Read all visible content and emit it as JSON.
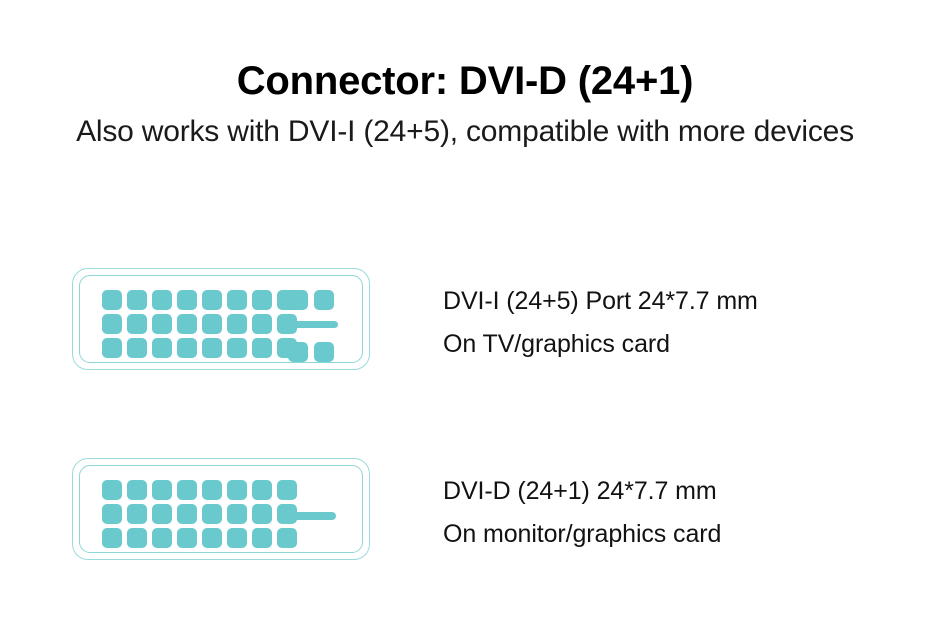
{
  "header": {
    "title": "Connector: DVI-D (24+1)",
    "subtitle": "Also works with DVI-I (24+5), compatible with more devices"
  },
  "theme": {
    "background": "#ffffff",
    "pin_color": "#69C9CC",
    "outline_color": "#9BDBDB",
    "inner_outline_color": "#8FD6D6",
    "text_color": "#111111"
  },
  "connectors": [
    {
      "id": "dvi-i",
      "name": "DVI-I connector diagram",
      "pin_rows": 3,
      "pin_cols": 8,
      "pin_count": 24,
      "blade_pins": 4,
      "blade_bars": 1,
      "caption_line1": "DVI-I (24+5) Port 24*7.7 mm",
      "caption_line2": "On TV/graphics card"
    },
    {
      "id": "dvi-d",
      "name": "DVI-D connector diagram",
      "pin_rows": 3,
      "pin_cols": 8,
      "pin_count": 24,
      "blade_pins": 0,
      "blade_bars": 1,
      "caption_line1": "DVI-D (24+1) 24*7.7 mm",
      "caption_line2": "On monitor/graphics card"
    }
  ]
}
